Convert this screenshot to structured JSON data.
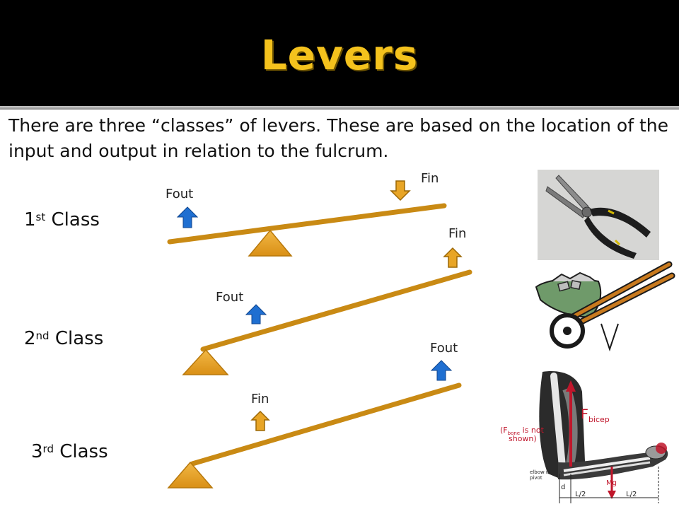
{
  "slide": {
    "title": "Levers",
    "intro": "There are three “classes” of levers. These are based on the location of the input and output in relation to the fulcrum."
  },
  "classes": [
    {
      "number": "1",
      "suffix": "st",
      "word": "Class",
      "fout_label": "Fout",
      "fin_label": "Fin"
    },
    {
      "number": "2",
      "suffix": "nd",
      "word": "Class",
      "fout_label": "Fout",
      "fin_label": "Fin"
    },
    {
      "number": "3",
      "suffix": "rd",
      "word": "Class",
      "fout_label": "Fout",
      "fin_label": "Fin"
    }
  ],
  "colors": {
    "header_bg": "#000000",
    "title": "#f4c21d",
    "lever": "#c98a14",
    "fulcrum": "#e8a526",
    "fout_arrow": "#1f6fd1",
    "fin_arrow": "#e8a526"
  },
  "figures": {
    "arm": {
      "force_label": "F",
      "force_sub": "bicep",
      "note_line1": "(F",
      "note_sub": "bone",
      "note_line2": " is not",
      "note_line3": "shown)",
      "pivot_note_1": "elbow is",
      "pivot_note_2": "pivot",
      "d_label": "d",
      "half_left": "L/2",
      "half_right": "L/2",
      "weight_label": "Mg"
    }
  }
}
